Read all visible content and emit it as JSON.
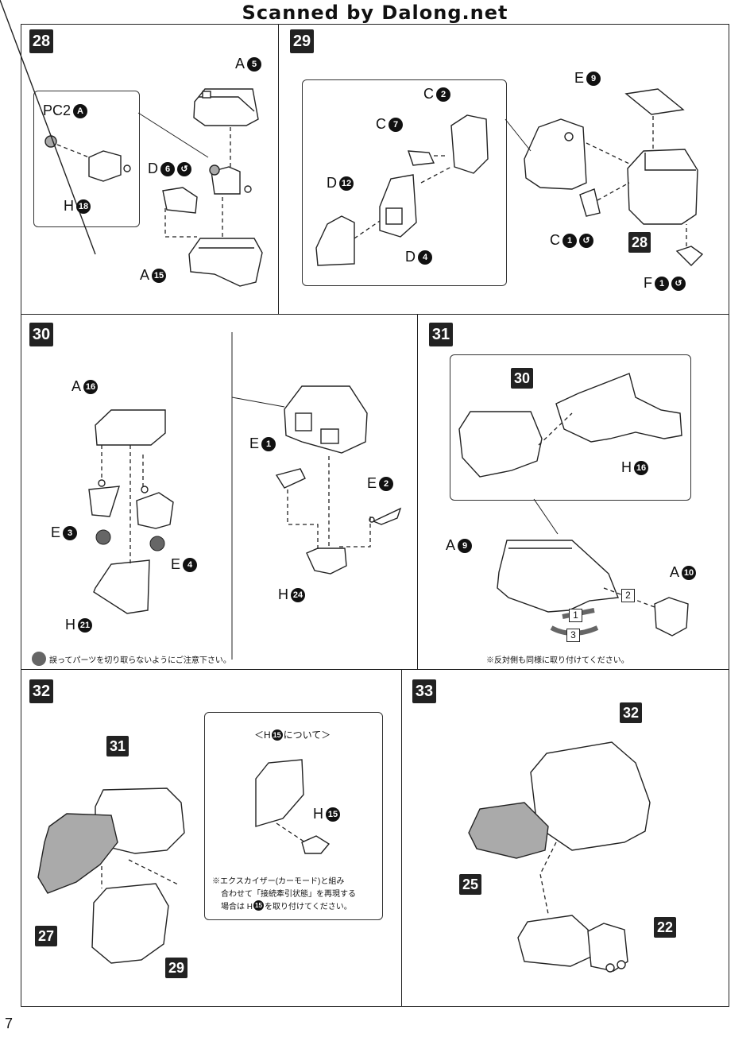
{
  "header": "Scanned by Dalong.net",
  "page_number": "7",
  "steps": {
    "s28": {
      "num": "28",
      "labels": {
        "a5": "A",
        "a5n": "5",
        "pc2": "PC2",
        "pc2n": "A",
        "h18": "H",
        "h18n": "18",
        "d6": "D",
        "d6n": "6",
        "a15": "A",
        "a15n": "15"
      }
    },
    "s29": {
      "num": "29",
      "labels": {
        "c2": "C",
        "c2n": "2",
        "c7": "C",
        "c7n": "7",
        "d12": "D",
        "d12n": "12",
        "d4": "D",
        "d4n": "4",
        "e9": "E",
        "e9n": "9",
        "c1": "C",
        "c1n": "1",
        "ref": "28",
        "f1": "F",
        "f1n": "1"
      }
    },
    "s30": {
      "num": "30",
      "labels": {
        "a16": "A",
        "a16n": "16",
        "e3": "E",
        "e3n": "3",
        "e4": "E",
        "e4n": "4",
        "h21": "H",
        "h21n": "21",
        "e1": "E",
        "e1n": "1",
        "e2": "E",
        "e2n": "2",
        "h24": "H",
        "h24n": "24"
      },
      "note": "誤ってパーツを切り取らないようにご注意下さい。"
    },
    "s31": {
      "num": "31",
      "labels": {
        "ref": "30",
        "h16": "H",
        "h16n": "16",
        "a9": "A",
        "a9n": "9",
        "a10": "A",
        "a10n": "10",
        "n1": "1",
        "n2": "2",
        "n3": "3"
      },
      "note": "※反対側も同様に取り付けてください。"
    },
    "s32": {
      "num": "32",
      "labels": {
        "ref31": "31",
        "ref27": "27",
        "ref29": "29",
        "h15": "H",
        "h15n": "15"
      },
      "inset_title_pre": "＜H",
      "inset_title_num": "15",
      "inset_title_post": "について＞",
      "inset_note_1": "※エクスカイザー(カーモード)と組み",
      "inset_note_2": "合わせて「接続牽引状態」を再現する",
      "inset_note_3_pre": "場合は H",
      "inset_note_3_num": "15",
      "inset_note_3_post": "を取り付けてください。"
    },
    "s33": {
      "num": "33",
      "labels": {
        "ref32": "32",
        "ref25": "25",
        "ref22": "22"
      }
    }
  }
}
